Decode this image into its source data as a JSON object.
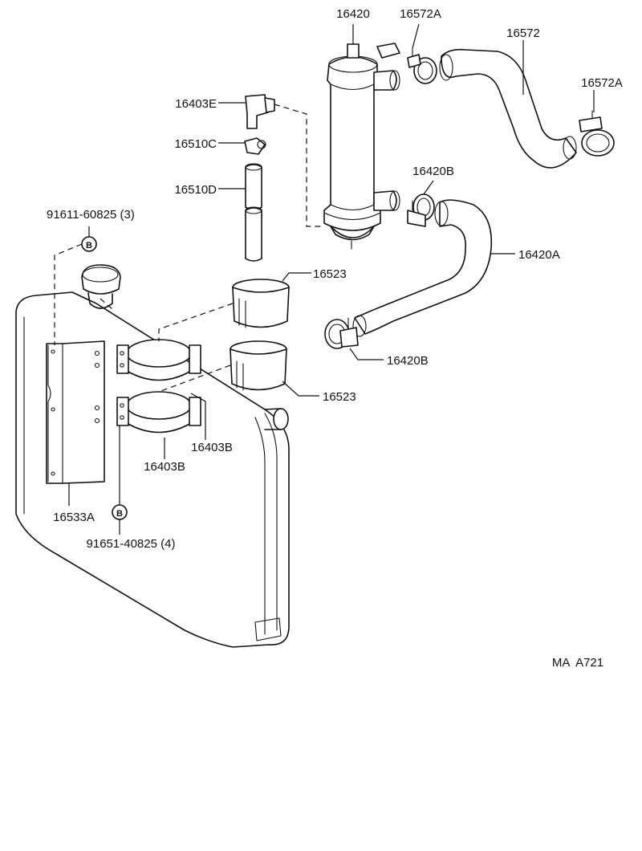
{
  "diagram": {
    "labels": {
      "l16420": "16420",
      "l16572A_top": "16572A",
      "l16572": "16572",
      "l16572A_right": "16572A",
      "l16403E": "16403E",
      "l16510C": "16510C",
      "l16510D": "16510D",
      "l16420B_top": "16420B",
      "l16420A": "16420A",
      "l91611": "91611-60825 (3)",
      "l16523_top": "16523",
      "l16420B_bottom": "16420B",
      "l16523_bottom": "16523",
      "l16403B_right": "16403B",
      "l16403B_left": "16403B",
      "l16533A": "16533A",
      "l91651": "91651-40825 (4)",
      "figure_code": "MA  A721"
    },
    "markers": {
      "bolt_top": "B",
      "bolt_bottom": "B"
    }
  }
}
